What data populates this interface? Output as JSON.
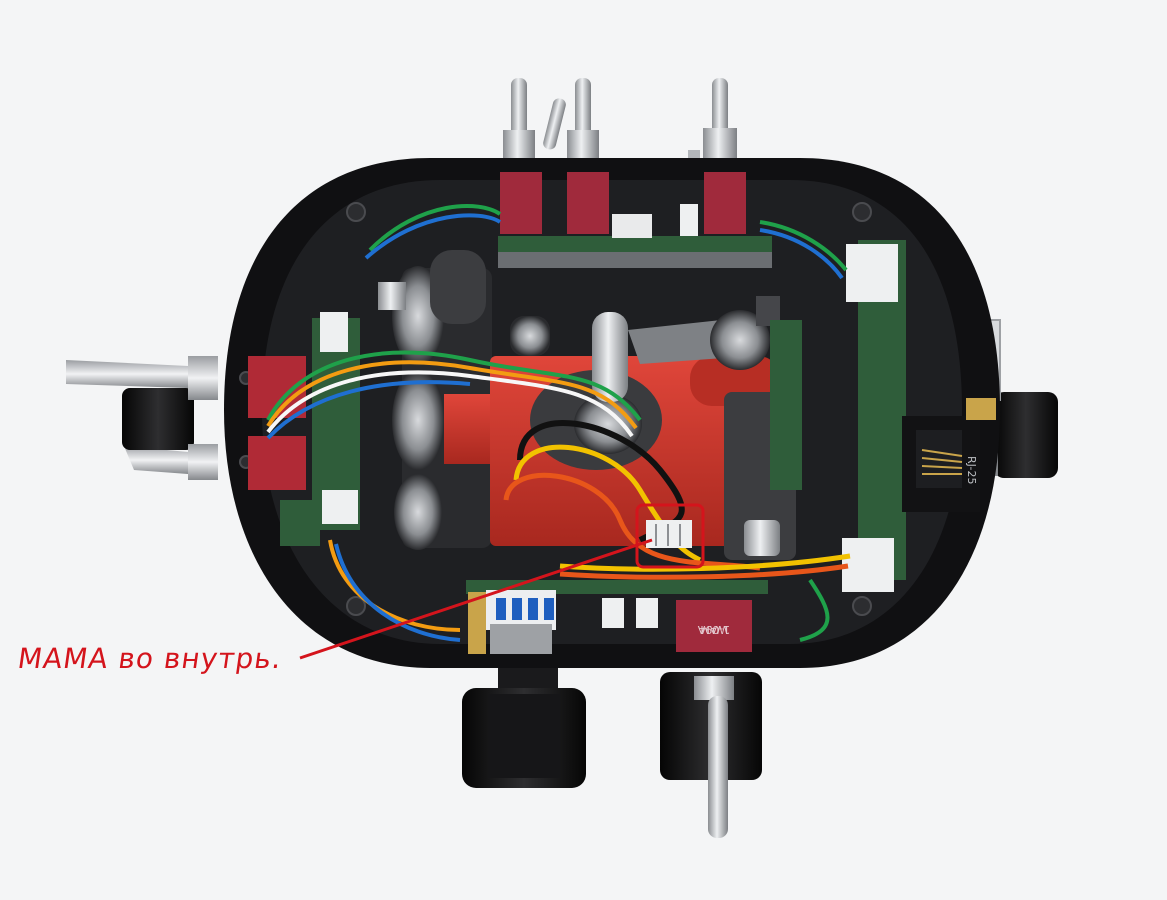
{
  "annotation": {
    "text": "MAMA во внутрь.",
    "color": "#d4141c"
  },
  "component_marks": {
    "switch_top_line": "WAM",
    "switch_bottom_line": "1-09A",
    "jack_side_label": "RJ-25"
  },
  "colors": {
    "background": "#f4f5f6",
    "housing": "#141416",
    "bracket": "#c8342a",
    "pcb": "#2f5d3a",
    "toggle_base": "#a02a3c",
    "metal": "#bfc2c6"
  }
}
